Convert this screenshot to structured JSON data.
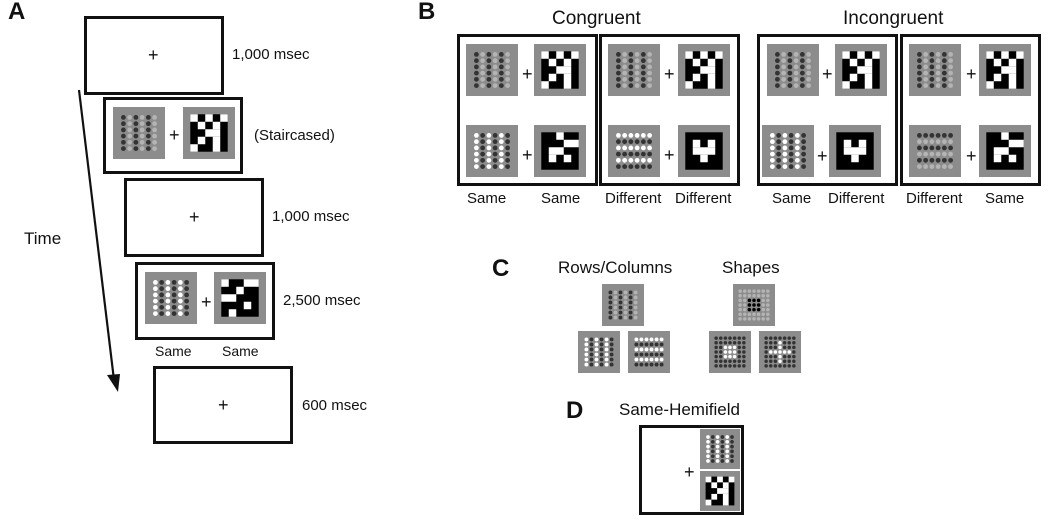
{
  "panel_letters": {
    "a": "A",
    "b": "B",
    "c": "C",
    "d": "D"
  },
  "panel_a": {
    "fixation": "+",
    "time_label": "Time",
    "durations": [
      "1,000 msec",
      "(Staircased)",
      "1,000 msec",
      "2,500 msec",
      "600 msec"
    ],
    "response_labels": [
      "Same",
      "Same"
    ]
  },
  "panel_b": {
    "congruent_title": "Congruent",
    "incongruent_title": "Incongruent",
    "labels": [
      "Same",
      "Same",
      "Different",
      "Different",
      "Same",
      "Different",
      "Different",
      "Same"
    ]
  },
  "panel_c": {
    "rows_columns_title": "Rows/Columns",
    "shapes_title": "Shapes"
  },
  "panel_d": {
    "title": "Same-Hemifield"
  },
  "colors": {
    "tile_bg": "#8c8c8c",
    "frame": "#111111",
    "dot_white": "#ffffff",
    "dot_dark": "#333333",
    "dot_light": "#b4b4b4"
  }
}
